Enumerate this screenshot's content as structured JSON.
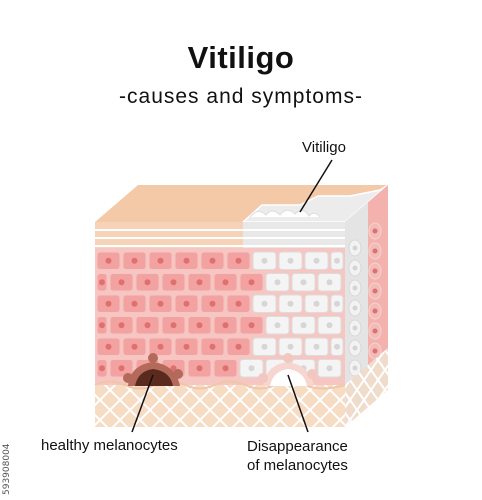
{
  "title": "Vitiligo",
  "subtitle": "-causes and symptoms-",
  "labels": {
    "vitiligo": "Vitiligo",
    "healthy": "healthy melanocytes",
    "disappearance_line1": "Disappearance",
    "disappearance_line2": "of melanocytes"
  },
  "stock_id": "593908004",
  "colors": {
    "epidermis_top": "#f4c9a8",
    "cell_pink": "#f2a2a0",
    "cell_bg": "#f6c6c2",
    "nucleus": "#e0706f",
    "vitiligo_white": "#e8e8e8",
    "dermis": "#f6dcc4",
    "melanocyte": "#5b2a1f",
    "melanocyte_ring": "#b46a5a"
  }
}
